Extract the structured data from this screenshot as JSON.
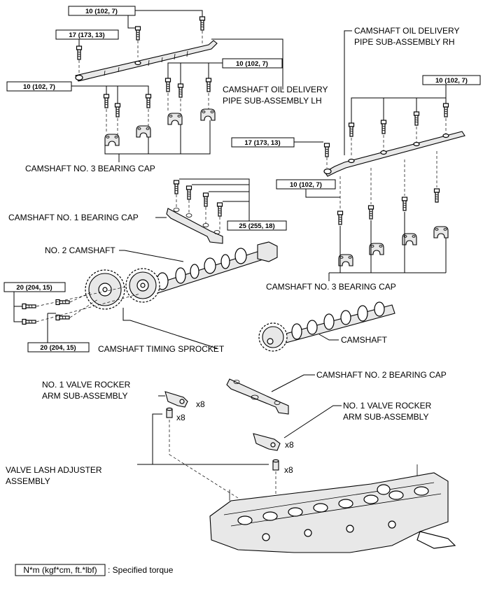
{
  "colors": {
    "line": "#000000",
    "paper": "#ffffff",
    "part_fill": "#e8e8e8"
  },
  "labels": {
    "oil_pipe_rh": [
      "CAMSHAFT OIL DELIVERY",
      "PIPE SUB-ASSEMBLY RH"
    ],
    "oil_pipe_lh": [
      "CAMSHAFT OIL DELIVERY",
      "PIPE SUB-ASSEMBLY LH"
    ],
    "no3_cap_left": "CAMSHAFT NO. 3 BEARING CAP",
    "no1_cap": "CAMSHAFT NO. 1 BEARING CAP",
    "no2_camshaft": "NO. 2 CAMSHAFT",
    "no3_cap_right": "CAMSHAFT NO. 3 BEARING CAP",
    "timing_sprocket": "CAMSHAFT TIMING SPROCKET",
    "camshaft": "CAMSHAFT",
    "no2_cap": "CAMSHAFT NO. 2 BEARING CAP",
    "rocker_left": [
      "NO. 1 VALVE ROCKER",
      "ARM SUB-ASSEMBLY"
    ],
    "rocker_right": [
      "NO. 1 VALVE ROCKER",
      "ARM SUB-ASSEMBLY"
    ],
    "lash_adjuster": [
      "VALVE LASH ADJUSTER",
      "ASSEMBLY"
    ]
  },
  "torques": {
    "t_top": "10 (102, 7)",
    "t_17_left": "17 (173, 13)",
    "t_10_left": "10 (102, 7)",
    "t_10_lhcaps": "10 (102, 7)",
    "t_10_rh_top": "10 (102, 7)",
    "t_17_right": "17 (173, 13)",
    "t_10_rh_mid": "10 (102, 7)",
    "t_25": "25 (255, 18)",
    "t_20_upper": "20 (204, 15)",
    "t_20_lower": "20 (204, 15)"
  },
  "counts": {
    "rocker_left": "x8",
    "lash_left": "x8",
    "rocker_right": "x8",
    "lash_right": "x8"
  },
  "legend": {
    "unit": "N*m (kgf*cm, ft.*lbf)",
    "text": ": Specified torque"
  }
}
